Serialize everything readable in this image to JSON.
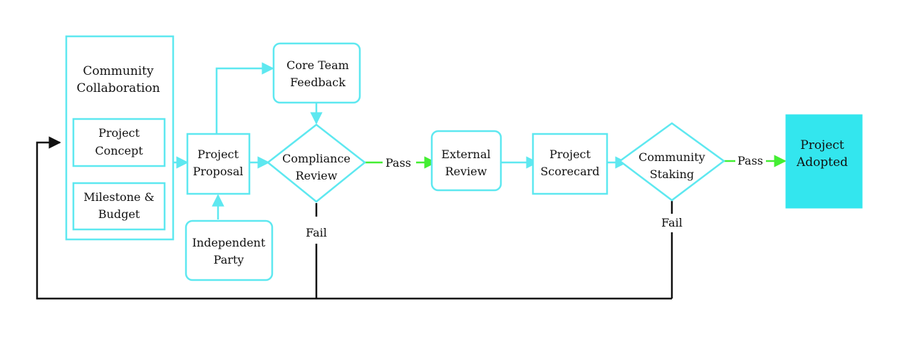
{
  "colors": {
    "node_stroke": "#5ee8f0",
    "node_fill": "#ffffff",
    "terminal_fill": "#33e6ee",
    "pass_arrow": "#44ee33",
    "fail_line": "#111111",
    "text": "#111111"
  },
  "nodes": {
    "community_collaboration": {
      "line1": "Community",
      "line2": "Collaboration"
    },
    "project_concept": {
      "line1": "Project",
      "line2": "Concept"
    },
    "milestone_budget": {
      "line1": "Milestone &",
      "line2": "Budget"
    },
    "project_proposal": {
      "line1": "Project",
      "line2": "Proposal"
    },
    "core_team_feedback": {
      "line1": "Core Team",
      "line2": "Feedback"
    },
    "independent_party": {
      "line1": "Independent",
      "line2": "Party"
    },
    "compliance_review": {
      "line1": "Compliance",
      "line2": "Review"
    },
    "external_review": {
      "line1": "External",
      "line2": "Review"
    },
    "project_scorecard": {
      "line1": "Project",
      "line2": "Scorecard"
    },
    "community_staking": {
      "line1": "Community",
      "line2": "Staking"
    },
    "project_adopted": {
      "line1": "Project",
      "line2": "Adopted"
    }
  },
  "edge_labels": {
    "compliance_pass": "Pass",
    "compliance_fail": "Fail",
    "staking_pass": "Pass",
    "staking_fail": "Fail"
  }
}
